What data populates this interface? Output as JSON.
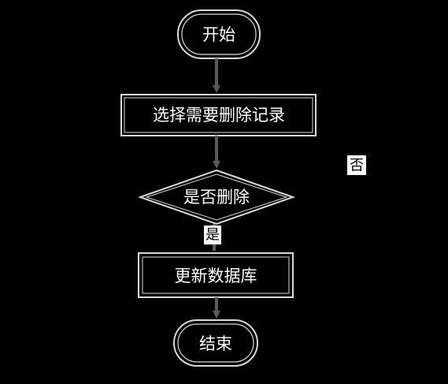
{
  "diagram": {
    "nodes": {
      "start": {
        "label": "开始",
        "shape": "terminator"
      },
      "select": {
        "label": "选择需要删除记录",
        "shape": "process"
      },
      "decide": {
        "label": "是否删除",
        "shape": "decision"
      },
      "update": {
        "label": "更新数据库",
        "shape": "process"
      },
      "end": {
        "label": "结束",
        "shape": "terminator"
      }
    },
    "edges": {
      "yes_label": "是",
      "no_label": "否"
    }
  },
  "colors": {
    "background": "#000000",
    "node_stroke": "#d9d9d9",
    "text": "#ffffff",
    "arrow": "#595959",
    "label_box": "#ffffff"
  }
}
